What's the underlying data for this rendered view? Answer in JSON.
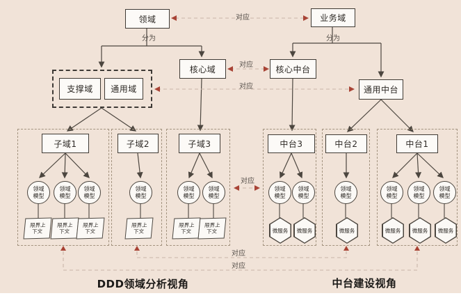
{
  "nodes": {
    "domain": "领域",
    "business_domain": "业务域",
    "core_domain": "核心域",
    "core_platform": "核心中台",
    "supporting_domain": "支撑域",
    "generic_domain": "通用域",
    "generic_platform": "通用中台",
    "subdomain_1": "子域1",
    "subdomain_2": "子域2",
    "subdomain_3": "子域3",
    "platform_3": "中台3",
    "platform_2": "中台2",
    "platform_1": "中台1",
    "domain_model": "领域模型",
    "bounded_context": "限界上下文",
    "microservice": "微服务"
  },
  "edge_labels": {
    "correspond": "对应",
    "divided_into": "分为"
  },
  "view_titles": {
    "left": "DDD领域分析视角",
    "right": "中台建设视角"
  },
  "colors": {
    "background": "#f1e3d8",
    "node_fill": "#fcfaf7",
    "node_border": "#3f3a34",
    "tree_line": "#4c463f",
    "dashed_connector": "#c9b6a8",
    "correspond_arrow_red": "#a84335",
    "group_border": "#a3937f"
  }
}
